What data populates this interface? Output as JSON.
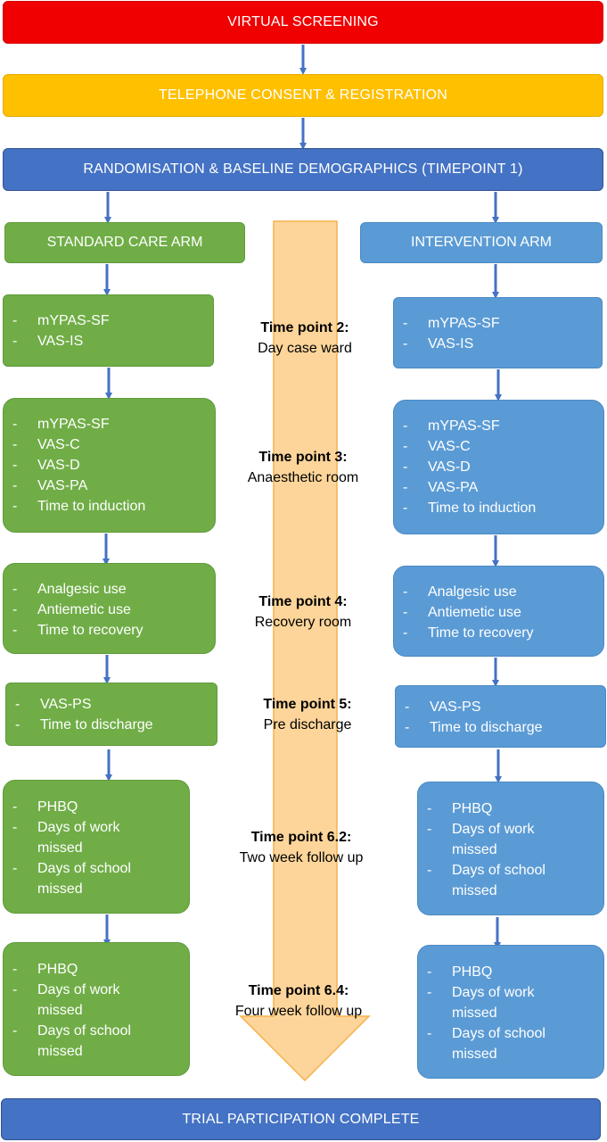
{
  "banners": {
    "virtual_screening": "VIRTUAL SCREENING",
    "telephone_consent": "TELEPHONE CONSENT & REGISTRATION",
    "randomisation": "RANDOMISATION & BASELINE DEMOGRAPHICS (TIMEPOINT 1)",
    "complete": "TRIAL PARTICIPATION COMPLETE"
  },
  "arms": {
    "standard": {
      "title": "STANDARD CARE ARM",
      "blocks": [
        [
          "mYPAS-SF",
          "VAS-IS"
        ],
        [
          "mYPAS-SF",
          "VAS-C",
          "VAS-D",
          "VAS-PA",
          "Time to induction"
        ],
        [
          "Analgesic use",
          "Antiemetic use",
          "Time to recovery"
        ],
        [
          "VAS-PS",
          "Time to discharge"
        ],
        [
          "PHBQ",
          "Days of work missed",
          "Days of school missed"
        ],
        [
          "PHBQ",
          "Days of work missed",
          "Days of school missed"
        ]
      ]
    },
    "intervention": {
      "title": "INTERVENTION ARM",
      "blocks": [
        [
          "mYPAS-SF",
          "VAS-IS"
        ],
        [
          "mYPAS-SF",
          "VAS-C",
          "VAS-D",
          "VAS-PA",
          "Time to induction"
        ],
        [
          "Analgesic use",
          "Antiemetic use",
          "Time to recovery"
        ],
        [
          "VAS-PS",
          "Time to discharge"
        ],
        [
          "PHBQ",
          "Days of work missed",
          "Days of school missed"
        ],
        [
          "PHBQ",
          "Days of work missed",
          "Days of school missed"
        ]
      ]
    }
  },
  "timepoints": [
    {
      "title": "Time point 2:",
      "place": "Day case ward"
    },
    {
      "title": "Time point 3:",
      "place": "Anaesthetic room"
    },
    {
      "title": "Time point 4:",
      "place": "Recovery room"
    },
    {
      "title": "Time point 5:",
      "place": "Pre discharge"
    },
    {
      "title": "Time point 6.2:",
      "place": "Two week follow up"
    },
    {
      "title": "Time point 6.4:",
      "place": "Four week follow up"
    }
  ],
  "colors": {
    "screening": "#f00000",
    "consent": "#ffc000",
    "randomisation": "#4472c4",
    "standard_arm": "#70ad47",
    "intervention_arm": "#5b9bd5",
    "timeline_arrow": "#fdd59a",
    "connector_arrows": "#4472c4"
  }
}
